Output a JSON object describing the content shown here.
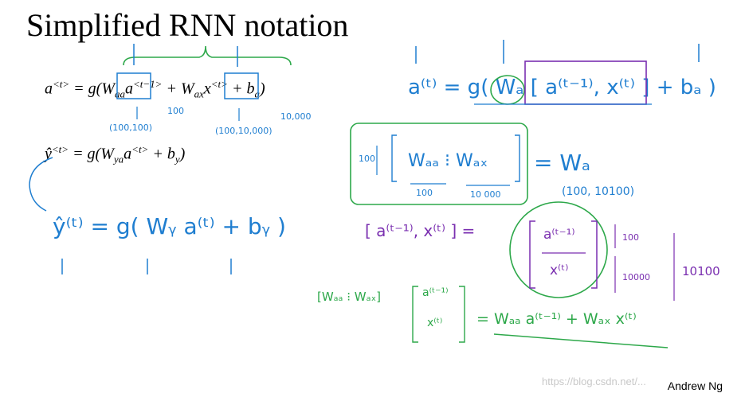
{
  "slide": {
    "title": "Simplified RNN notation",
    "author": "Andrew Ng",
    "watermark": "https://blog.csdn.net/..."
  },
  "equations": {
    "eq1_lhs": "a",
    "eq1_lhs_sup": "<t>",
    "eq1_rhs_g": "= g(",
    "eq1_w1": "W",
    "eq1_w1_sub": "aa",
    "eq1_a": "a",
    "eq1_a_sup": "<t−1>",
    "eq1_plus": "+",
    "eq1_w2": "W",
    "eq1_w2_sub": "ax",
    "eq1_x": "x",
    "eq1_x_sup": "<t>",
    "eq1_tail": "+ b",
    "eq1_tail_sub": "a",
    "eq1_close": ")",
    "eq2_lhs": "ŷ",
    "eq2_lhs_sup": "<t>",
    "eq2_rhs_g": "= g(W",
    "eq2_w_sub": "ya",
    "eq2_a": "a",
    "eq2_a_sup": "<t>",
    "eq2_tail": "+ b",
    "eq2_tail_sub": "y",
    "eq2_close": ")"
  },
  "annotations": {
    "dim_100": "100",
    "dim_10000": "10,000",
    "dim_100_100": "(100,100)",
    "dim_100_10000": "(100,10,000)",
    "right_eq": "a⁽ᵗ⁾ = g( Wₐ [ a⁽ᵗ⁻¹⁾, x⁽ᵗ⁾ ] + bₐ )",
    "block_label": "100",
    "block_content": "Wₐₐ ⁝ Wₐₓ",
    "block_dim1": "100",
    "block_dim2": "10 000",
    "block_eq": "= Wₐ",
    "wa_dims": "(100, 10100)",
    "stack_lhs": "[ a⁽ᵗ⁻¹⁾, x⁽ᵗ⁾ ] =",
    "stack_top": "a⁽ᵗ⁻¹⁾",
    "stack_bottom": "x⁽ᵗ⁾",
    "stack_dim_top": "100",
    "stack_dim_bottom": "10000",
    "stack_total": "10100",
    "y_hat_eq": "ŷ⁽ᵗ⁾ = g( Wᵧ a⁽ᵗ⁾ + bᵧ )",
    "green_lhs": "[Wₐₐ ⁝ Wₐₓ]",
    "green_top": "a⁽ᵗ⁻¹⁾",
    "green_bottom": "x⁽ᵗ⁾",
    "green_rhs": "= Wₐₐ a⁽ᵗ⁻¹⁾ + Wₐₓ x⁽ᵗ⁾"
  },
  "colors": {
    "blue_ink": "#1f7ed0",
    "purple_ink": "#7a2fb0",
    "green_ink": "#2da84a"
  }
}
